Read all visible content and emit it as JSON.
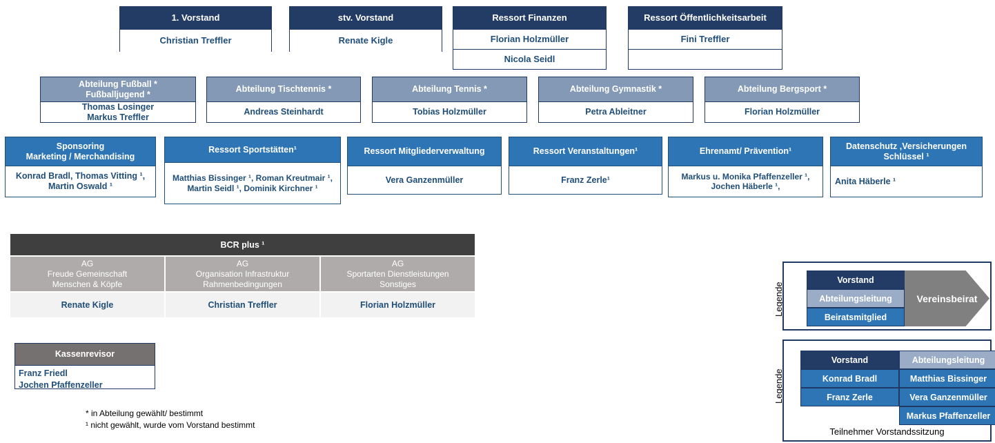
{
  "vorstand_row": [
    {
      "title": "1. Vorstand",
      "names": [
        "Christian Treffler"
      ],
      "extra_empty": false
    },
    {
      "title": "stv. Vorstand",
      "names": [
        "Renate Kigle"
      ],
      "extra_empty": false
    },
    {
      "title": "Ressort Finanzen",
      "names": [
        "Florian Holzmüller",
        "Nicola Seidl"
      ],
      "extra_empty": false
    },
    {
      "title": "Ressort Öffentlichkeitsarbeit",
      "names": [
        "Fini Treffler",
        ""
      ],
      "extra_empty": true
    }
  ],
  "abteilung_row": [
    {
      "title": "Abteilung Fußball *\nFußballjugend *",
      "names": "Thomas Losinger\nMarkus Treffler"
    },
    {
      "title": "Abteilung Tischtennis *",
      "names": "Andreas Steinhardt"
    },
    {
      "title": "Abteilung Tennis *",
      "names": "Tobias Holzmüller"
    },
    {
      "title": "Abteilung Gymnastik *",
      "names": "Petra Ableitner"
    },
    {
      "title": "Abteilung Bergsport *",
      "names": "Florian Holzmüller"
    }
  ],
  "ressort_row": [
    {
      "title": "Sponsoring\nMarketing / Merchandising",
      "names": "Konrad Bradl, Thomas Vitting ¹,\nMartin Oswald ¹"
    },
    {
      "title": "Ressort Sportstätten¹",
      "names": "Matthias Bissinger ¹, Roman Kreutmair ¹,\nMartin Seidl ¹, Dominik Kirchner ¹"
    },
    {
      "title": "Ressort Mitgliederverwaltung",
      "names": "Vera Ganzenmüller"
    },
    {
      "title": "Ressort Veranstaltungen¹",
      "names": "Franz Zerle¹"
    },
    {
      "title": "Ehrenamt/ Prävention¹",
      "names": "Markus u. Monika Pfaffenzeller ¹,\nJochen Häberle ¹,"
    },
    {
      "title": "Datenschutz ,Versicherungen\nSchlüssel ¹",
      "names": "Anita Häberle ¹"
    }
  ],
  "bcr": {
    "title": "BCR plus ¹",
    "groups": [
      {
        "ag": "AG\nFreude Gemeinschaft\nMenschen & Köpfe",
        "name": "Renate Kigle"
      },
      {
        "ag": "AG\nOrganisation Infrastruktur\nRahmenbedingungen",
        "name": "Christian Treffler"
      },
      {
        "ag": "AG\nSportarten Dienstleistungen\nSonstiges",
        "name": "Florian Holzmüller"
      }
    ]
  },
  "kassenrevisor": {
    "title": "Kassenrevisor",
    "names": "Franz Friedl\nJochen Pfaffenzeller"
  },
  "footnotes": "* in Abteilung gewählt/ bestimmt\n¹ nicht gewählt, wurde vom Vorstand bestimmt",
  "legend1": {
    "label": "Legende",
    "rows": [
      "Vorstand",
      "Abteilungsleitung",
      "Beiratsmitglied"
    ],
    "arrow": "Vereinsbeirat"
  },
  "legend2": {
    "label": "Legende",
    "col1_header": "Vorstand",
    "col2_header": "Abteilungsleitung",
    "col1": [
      "Konrad Bradl",
      "Franz Zerle"
    ],
    "col2": [
      "Matthias Bissinger",
      "Vera Ganzenmüller",
      "Markus Pfaffenzeller"
    ],
    "caption": "Teilnehmer Vorstandssitzung"
  },
  "colors": {
    "vorstand": "#223C66",
    "abteilung": "#8399B5",
    "ressort": "#2E75B6",
    "bcr_title": "#3F3F3F",
    "bcr_ag": "#AFABAB",
    "bcr_name": "#F2F2F2",
    "kassenrevisor": "#767171",
    "beirat_arrow": "#808080",
    "text_blue": "#1F4E79"
  }
}
